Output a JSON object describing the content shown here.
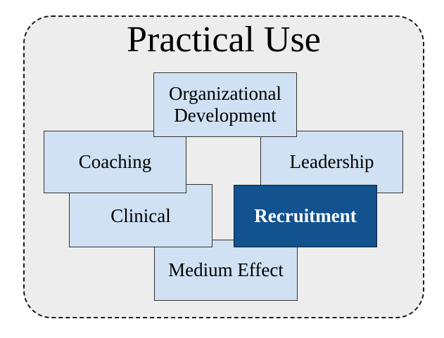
{
  "title": "Practical Use",
  "boxes": [
    {
      "id": "organizational-development",
      "label": "Organizational Development",
      "variant": "light"
    },
    {
      "id": "coaching",
      "label": "Coaching",
      "variant": "light"
    },
    {
      "id": "leadership",
      "label": "Leadership",
      "variant": "light"
    },
    {
      "id": "clinical",
      "label": "Clinical",
      "variant": "light"
    },
    {
      "id": "recruitment",
      "label": "Recruitment",
      "variant": "dark",
      "emphasis": "bold-white"
    },
    {
      "id": "medium-effect",
      "label": "Medium Effect",
      "variant": "light"
    }
  ],
  "colors": {
    "page-background": "#ffffff",
    "panel-background": "#ededed",
    "panel-border": "#1a1a1a",
    "box-light-fill": "#cfe1f2",
    "box-light-border": "#333333",
    "box-dark-fill": "#11528f",
    "box-dark-border": "#132235",
    "box-dark-text": "#ffffff",
    "text": "#000000"
  }
}
